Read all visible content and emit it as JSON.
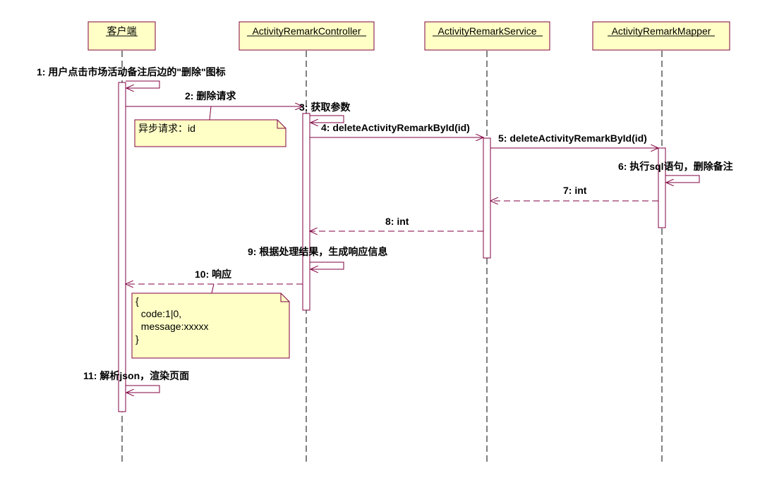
{
  "lifelines": [
    {
      "id": "client",
      "label": "客户端"
    },
    {
      "id": "controller",
      "label": "ActivityRemarkController"
    },
    {
      "id": "service",
      "label": "ActivityRemarkService"
    },
    {
      "id": "mapper",
      "label": "ActivityRemarkMapper"
    }
  ],
  "messages": [
    {
      "label": "1: 用户点击市场活动备注后边的\"删除\"图标",
      "kind": "self"
    },
    {
      "label": "2: 删除请求",
      "kind": "sync"
    },
    {
      "label": "3: 获取参数",
      "kind": "self"
    },
    {
      "label": "4: deleteActivityRemarkById(id)",
      "kind": "sync"
    },
    {
      "label": "5: deleteActivityRemarkById(id)",
      "kind": "sync"
    },
    {
      "label": "6: 执行sql语句，删除备注",
      "kind": "self"
    },
    {
      "label": "7: int",
      "kind": "return"
    },
    {
      "label": "8: int",
      "kind": "return"
    },
    {
      "label": "9: 根据处理结果，生成响应信息",
      "kind": "self"
    },
    {
      "label": "10: 响应",
      "kind": "return"
    },
    {
      "label": "11: 解析json，渲染页面",
      "kind": "self"
    }
  ],
  "notes": [
    {
      "lines": [
        "异步请求：id"
      ]
    },
    {
      "lines": [
        "{",
        "  code:1|0,",
        "  message:xxxxx",
        "}"
      ]
    }
  ],
  "colors": {
    "line": "#800040",
    "box_fill": "#ffffc6",
    "box_border": "#800040",
    "lifeline_dash": "#000000"
  }
}
